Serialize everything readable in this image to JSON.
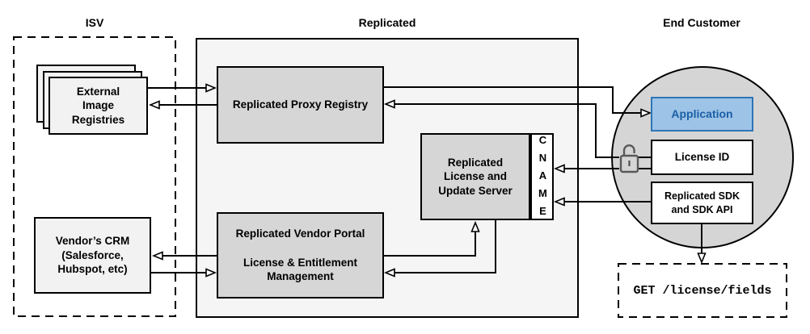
{
  "titles": {
    "isv": "ISV",
    "replicated": "Replicated",
    "end_customer": "End Customer"
  },
  "isv": {
    "registries_label": "External\nImage\nRegistries",
    "crm_label": "Vendor’s CRM\n(Salesforce,\nHubspot, etc)"
  },
  "replicated": {
    "proxy_label": "Replicated Proxy Registry",
    "license_server_label": "Replicated\nLicense and\nUpdate Server",
    "cname_label": "CNAME",
    "portal_label": "Replicated Vendor Portal\n\nLicense & Entitlement\nManagement"
  },
  "end_customer": {
    "application_label": "Application",
    "license_id_label": "License ID",
    "sdk_label": "Replicated SDK\nand SDK API",
    "api_request_label": "GET /license/fields"
  },
  "icons": {
    "lock": "unlock-icon"
  },
  "colors": {
    "container_fill": "#F5F5F5",
    "gray_box_fill": "#D6D6D6",
    "light_box_fill": "#F2F2F2",
    "circle_fill": "#D5D5D5",
    "application_fill": "#9DC3E6",
    "application_border": "#2E75B6",
    "application_text": "#1B5FA6",
    "line": "#000000",
    "lock": "#595959"
  }
}
